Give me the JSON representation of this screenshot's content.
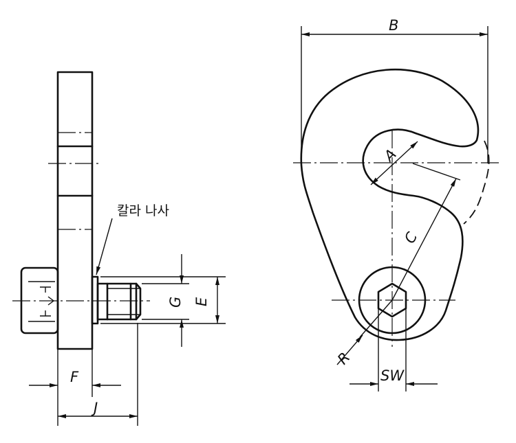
{
  "labels": {
    "B": "B",
    "A": "A",
    "C": "C",
    "R": "R",
    "SW": "SW",
    "F": "F",
    "J": "J",
    "G": "G",
    "E": "E",
    "collar_screw": "칼라 나사"
  }
}
